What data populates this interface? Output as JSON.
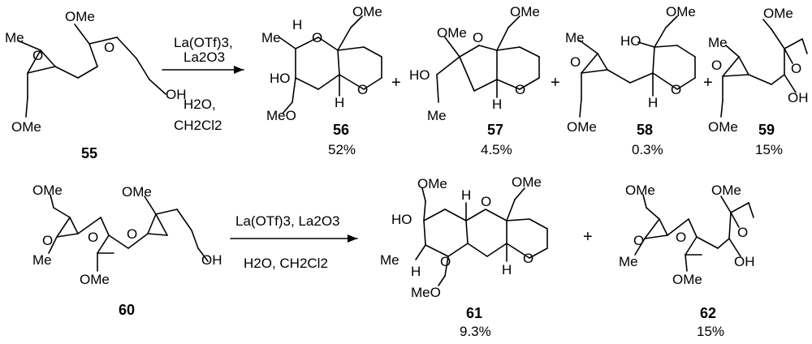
{
  "reaction_1": {
    "starting_material": {
      "number": "55",
      "labels": {
        "methyl": "Me",
        "ome_top": "OMe",
        "ome_bottom": "OMe",
        "hydroxyl": "OH"
      }
    },
    "conditions": {
      "reagent_line1": "La(OTf)3,",
      "reagent_line2": "La2O3",
      "solvent_line1": "H2O,",
      "solvent_line2": "CH2Cl2"
    },
    "products": [
      {
        "number": "56",
        "yield": "52%",
        "labels": {
          "methyl": "Me",
          "h_top": "H",
          "ring_o_top": "O",
          "ome": "OMe",
          "ho": "HO",
          "meo": "MeO",
          "h_bottom": "H",
          "ring_o_right": "O"
        }
      },
      {
        "number": "57",
        "yield": "4.5%",
        "labels": {
          "ome_left": "OMe",
          "ring_o": "O",
          "ome_right": "OMe",
          "ho": "HO",
          "methyl": "Me",
          "h_bottom": "H",
          "ring_o_right": "O"
        }
      },
      {
        "number": "58",
        "yield": "0.3%",
        "labels": {
          "methyl": "Me",
          "ho": "HO",
          "ome": "OMe",
          "epoxide_o": "O",
          "ome_bottom": "OMe",
          "h_bottom": "H",
          "ring_o_right": "O"
        }
      },
      {
        "number": "59",
        "yield": "15%",
        "labels": {
          "ome": "OMe",
          "methyl": "Me",
          "epoxide_o": "O",
          "ring_o": "O",
          "ome_bottom": "OMe",
          "hydroxyl": "OH"
        }
      }
    ]
  },
  "reaction_2": {
    "starting_material": {
      "number": "60",
      "labels": {
        "ome_1": "OMe",
        "ome_2": "OMe",
        "methyl": "Me",
        "ome_3": "OMe",
        "hydroxyl": "OH"
      }
    },
    "conditions": {
      "reagent": "La(OTf)3, La2O3",
      "solvent": "H2O, CH2Cl2"
    },
    "products": [
      {
        "number": "61",
        "yield": "9.3%",
        "labels": {
          "ome_left": "OMe",
          "ho": "HO",
          "h_top": "H",
          "ring_o_mid": "O",
          "ome_right": "OMe",
          "methyl": "Me",
          "h_left": "H",
          "ring_o_left": "O",
          "meo": "MeO",
          "h_bottom": "H",
          "ring_o_right": "O"
        }
      },
      {
        "number": "62",
        "yield": "15%",
        "labels": {
          "ome_left": "OMe",
          "ome_right": "OMe",
          "methyl": "Me",
          "epoxide_o": "O",
          "ring_o": "O",
          "ome_bottom": "OMe",
          "hydroxyl": "OH"
        }
      }
    ]
  },
  "plus_sign": "+"
}
